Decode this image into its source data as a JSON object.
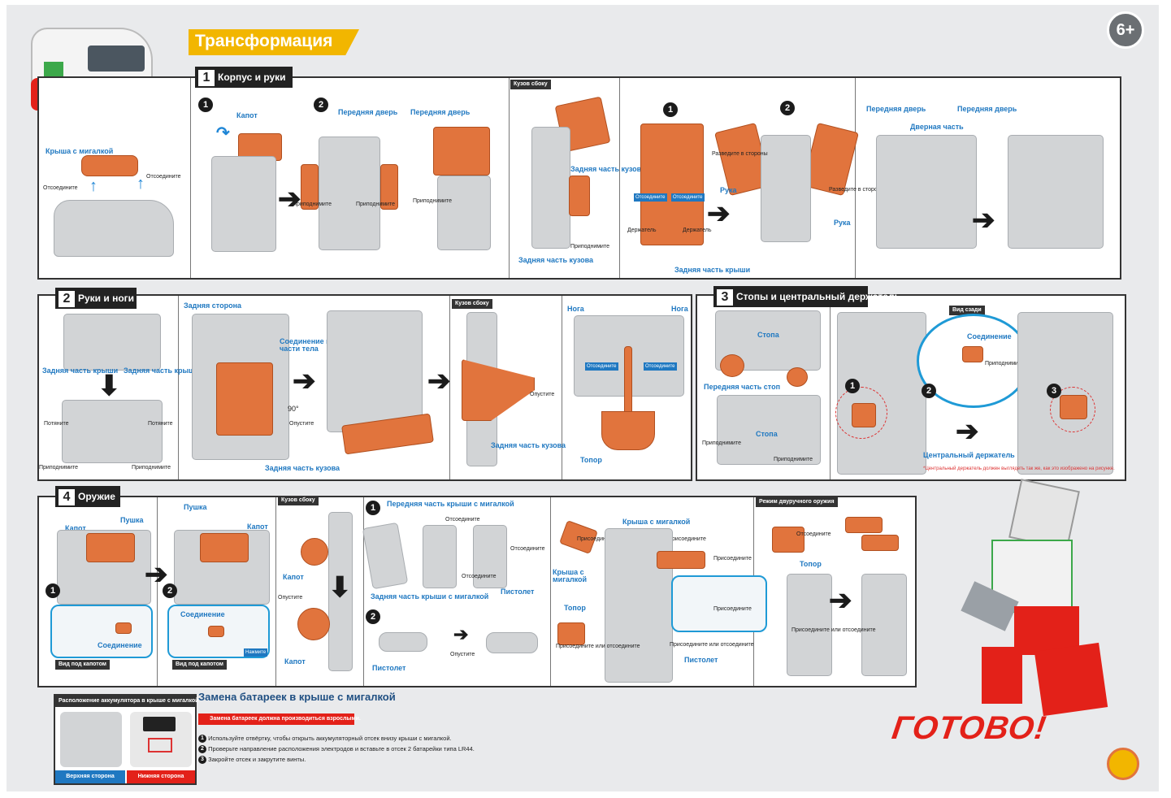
{
  "age": "6+",
  "title": "Трансформация",
  "s1": {
    "num": "1",
    "name": "Корпус и руки",
    "roof": "Крыша с мигалкой",
    "detach_l": "Отсоедините",
    "detach_r": "Отсоедините",
    "c1": "1",
    "c2": "2",
    "hood": "Капот",
    "front_door": "Передняя дверь",
    "lift_a": "Приподнимите",
    "lift_b": "Приподнимите",
    "front_door2": "Передняя дверь",
    "lift_c": "Приподнимите",
    "body_side": "Кузов сбоку",
    "rear_body_a": "Задняя часть кузова",
    "rear_body_b": "Задняя часть кузова",
    "lift_d": "Приподнимите",
    "c3": "1",
    "c4": "2",
    "spread_a": "Разведите в стороны",
    "arm_a": "Рука",
    "spread_b": "Разведите в стороны",
    "arm_b": "Рука",
    "detach_chip_a": "Отсоедините",
    "detach_chip_b": "Отсоедините",
    "holder_a": "Держатель",
    "holder_b": "Держатель",
    "rear_roof": "Задняя часть крыши",
    "front_door3": "Передняя дверь",
    "door_part": "Дверная часть",
    "front_door4": "Передняя дверь"
  },
  "s2": {
    "num": "2",
    "name": "Руки и ноги",
    "rear_roof_a": "Задняя часть крыши",
    "rear_roof_b": "Задняя часть крыши",
    "pull_a": "Потяните",
    "pull_b": "Потяните",
    "lift_a": "Приподнимите",
    "lift_b": "Приподнимите",
    "back_side": "Задняя сторона",
    "upper_joint": "Соединение в верхней части тела",
    "deg": "90°",
    "lower": "Опустите",
    "rear_body": "Задняя часть кузова",
    "body_side": "Кузов сбоку",
    "lower_b": "Опустите",
    "rear_body_b": "Задняя часть кузова",
    "leg_a": "Нога",
    "leg_b": "Нога",
    "detach_chip_a": "Отсоедините",
    "detach_chip_b": "Отсоедините",
    "axe": "Топор"
  },
  "s3": {
    "num": "3",
    "name": "Стопы и центральный держатель",
    "foot_a": "Стопа",
    "front_feet": "Передняя часть стоп",
    "foot_b": "Стопа",
    "lift_a": "Приподнимите",
    "lift_b": "Приподнимите",
    "rear_view": "Вид сзади",
    "joint": "Соединение",
    "lift_c": "Приподнимите",
    "c1": "1",
    "c2": "2",
    "c3": "3",
    "center_holder": "Центральный держатель",
    "note": "*Центральный держатель должен выглядеть так же, как это изображено на рисунке."
  },
  "s4": {
    "num": "4",
    "name": "Оружие",
    "hood_a": "Капот",
    "gun_a": "Пушка",
    "gun_b": "Пушка",
    "hood_b": "Капот",
    "c1": "1",
    "c2": "2",
    "joint_a": "Соединение",
    "joint_b": "Соединение",
    "press": "Нажмите",
    "under_hood_a": "Вид под капотом",
    "under_hood_b": "Вид под капотом",
    "body_side": "Кузов сбоку",
    "hood_c": "Капот",
    "lower_a": "Опустите",
    "hood_d": "Капот",
    "c3": "1",
    "c4": "2",
    "front_roof": "Передняя часть крыши с мигалкой",
    "detach_a": "Отсоедините",
    "detach_b": "Отсоедините",
    "detach_c": "Отсоедините",
    "rear_roof": "Задняя часть крыши с мигалкой",
    "pistol_a": "Пистолет",
    "lower_b": "Опустите",
    "pistol_b": "Пистолет",
    "roof_light": "Крыша с мигалкой",
    "attach_a": "Присоедините",
    "attach_b": "Присоедините",
    "roof_light_b": "Крыша с мигалкой",
    "axe": "Топор",
    "attach_c": "Присоедините",
    "attach_d": "Присоедините",
    "attach_or_detach_a": "Присоедините или отсоедините",
    "attach_or_detach_b": "Присоедините или отсоедините",
    "pistol_c": "Пистолет",
    "two_hand": "Режим двуручного оружия",
    "detach_d": "Отсоедините",
    "axe_b": "Топор",
    "attach_or_detach_c": "Присоедините или отсоедините"
  },
  "battery": {
    "location": "Расположение аккумулятора в крыше с мигалкой",
    "title": "Замена батареек в крыше с мигалкой",
    "warning": "Замена батареек должна производиться взрослыми.",
    "n1": "1",
    "n2": "2",
    "n3": "3",
    "step1": "Используйте отвёртку, чтобы открыть аккумуляторный отсек внизу крыши с мигалкой.",
    "step2": "Проверьте направление расположения электродов и вставьте в отсек 2 батарейки типа LR44.",
    "step3": "Закройте отсек и закрутите винты.",
    "top_side": "Верхняя сторона",
    "bottom_side": "Нижняя сторона"
  },
  "done": "ГОТОВО!",
  "colors": {
    "orange": "#e1743d",
    "blue": "#1f78c1",
    "dark": "#222222",
    "red": "#e32119",
    "yellow": "#f2b600"
  }
}
